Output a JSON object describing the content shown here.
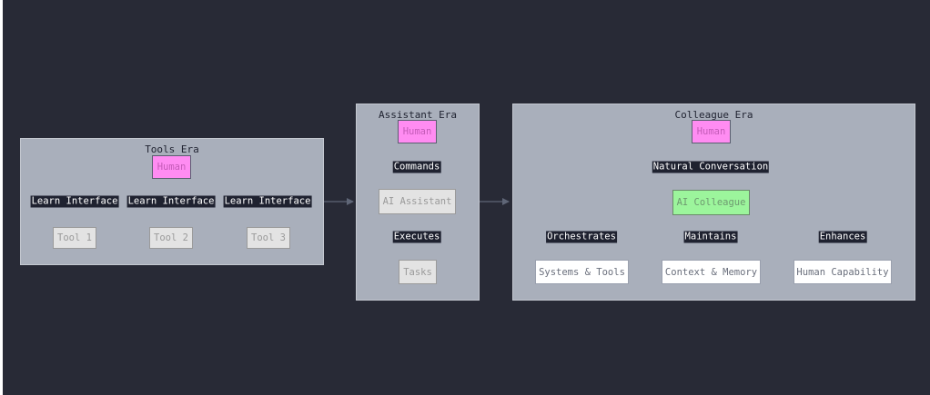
{
  "clusters": {
    "tools": {
      "title": "Tools Era",
      "human": "Human",
      "tool1": "Tool 1",
      "tool2": "Tool 2",
      "tool3": "Tool 3",
      "edge_label": "Learn Interface"
    },
    "assistant": {
      "title": "Assistant Era",
      "human": "Human",
      "ai": "AI Assistant",
      "tasks": "Tasks",
      "commands": "Commands",
      "executes": "Executes"
    },
    "colleague": {
      "title": "Colleague Era",
      "human": "Human",
      "ai": "AI Colleague",
      "conversation": "Natural Conversation",
      "systems": "Systems & Tools",
      "context": "Context & Memory",
      "capability": "Human Capability",
      "orchestrates": "Orchestrates",
      "maintains": "Maintains",
      "enhances": "Enhances"
    }
  },
  "colors": {
    "background": "#282a36",
    "cluster_fill": "#a9afbb",
    "human_fill": "#ff8cf2",
    "colleague_fill": "#9cf59c",
    "edge": "#5f6677"
  }
}
